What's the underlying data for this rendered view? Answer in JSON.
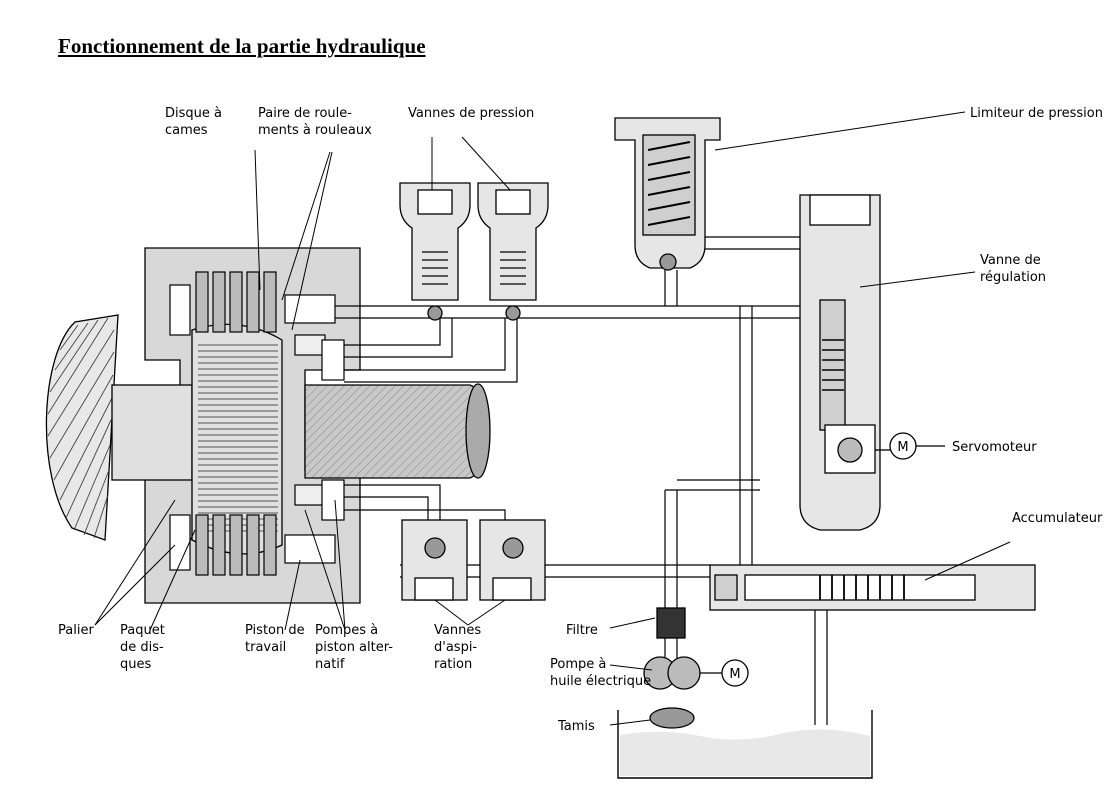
{
  "title": "Fonctionnement de la partie hydraulique",
  "labels": {
    "disque_a_cames": [
      "Disque à",
      "cames"
    ],
    "paire_roulements": [
      "Paire de roule-",
      "ments à rouleaux"
    ],
    "vannes_pression": [
      "Vannes de pression"
    ],
    "limiteur_pression": [
      "Limiteur de pression"
    ],
    "vanne_regulation": [
      "Vanne de",
      "régulation"
    ],
    "servomoteur": [
      "Servomoteur"
    ],
    "accumulateur": [
      "Accumulateur"
    ],
    "filtre": [
      "Filtre"
    ],
    "pompe_huile": [
      "Pompe à",
      "huile électrique"
    ],
    "tamis": [
      "Tamis"
    ],
    "palier": [
      "Palier"
    ],
    "paquet_disques": [
      "Paquet",
      "de dis-",
      "ques"
    ],
    "piston_travail": [
      "Piston de",
      "travail"
    ],
    "pompes_piston": [
      "Pompes à",
      "piston alter-",
      "natif"
    ],
    "vannes_aspiration": [
      "Vannes",
      "d'aspi-",
      "ration"
    ]
  },
  "motor_symbol": "M"
}
